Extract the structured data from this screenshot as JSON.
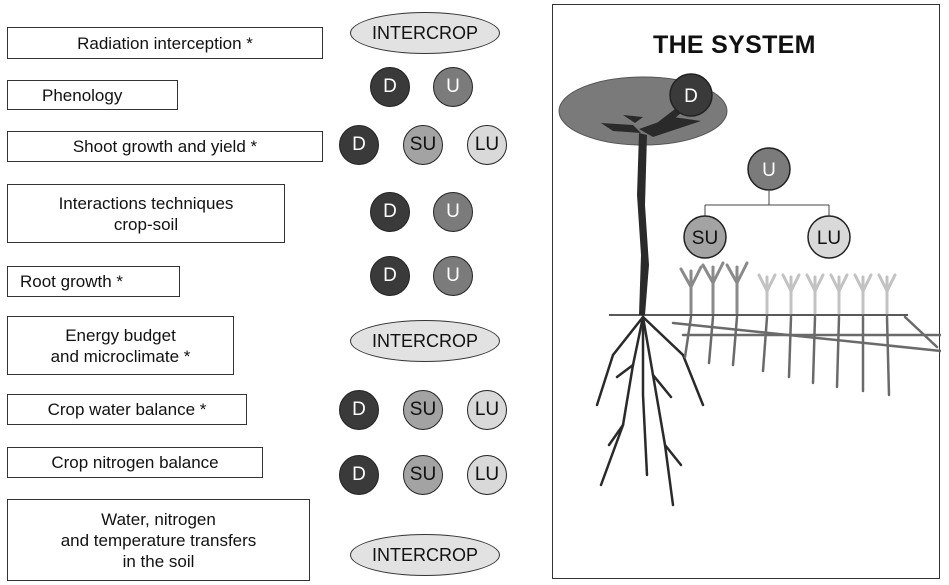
{
  "rows": [
    {
      "label_lines": [
        "Radiation interception *"
      ],
      "model": "INTERCROP"
    },
    {
      "label_lines": [
        "Phenology"
      ],
      "model": [
        "D",
        "U"
      ]
    },
    {
      "label_lines": [
        "Shoot growth and yield *"
      ],
      "model": [
        "D",
        "SU",
        "LU"
      ]
    },
    {
      "label_lines": [
        "Interactions techniques",
        "crop-soil"
      ],
      "model": [
        "D",
        "U"
      ]
    },
    {
      "label_lines": [
        "Root growth *"
      ],
      "model": [
        "D",
        "U"
      ]
    },
    {
      "label_lines": [
        "Energy budget",
        "and microclimate *"
      ],
      "model": "INTERCROP"
    },
    {
      "label_lines": [
        "Crop water balance *"
      ],
      "model": [
        "D",
        "SU",
        "LU"
      ]
    },
    {
      "label_lines": [
        "Crop nitrogen balance"
      ],
      "model": [
        "D",
        "SU",
        "LU"
      ]
    },
    {
      "label_lines": [
        "Water, nitrogen",
        "and temperature transfers",
        "in the soil"
      ],
      "model": "INTERCROP"
    }
  ],
  "system": {
    "title": "THE SYSTEM",
    "labels": {
      "dominant": "D",
      "understory": "U",
      "sub_understory": "SU",
      "low_understory": "LU"
    }
  },
  "colors": {
    "D": "#3a3a3a",
    "U": "#7b7b7b",
    "SU": "#a3a3a3",
    "LU": "#d9d9d9",
    "oval": "#e2e2e2"
  }
}
